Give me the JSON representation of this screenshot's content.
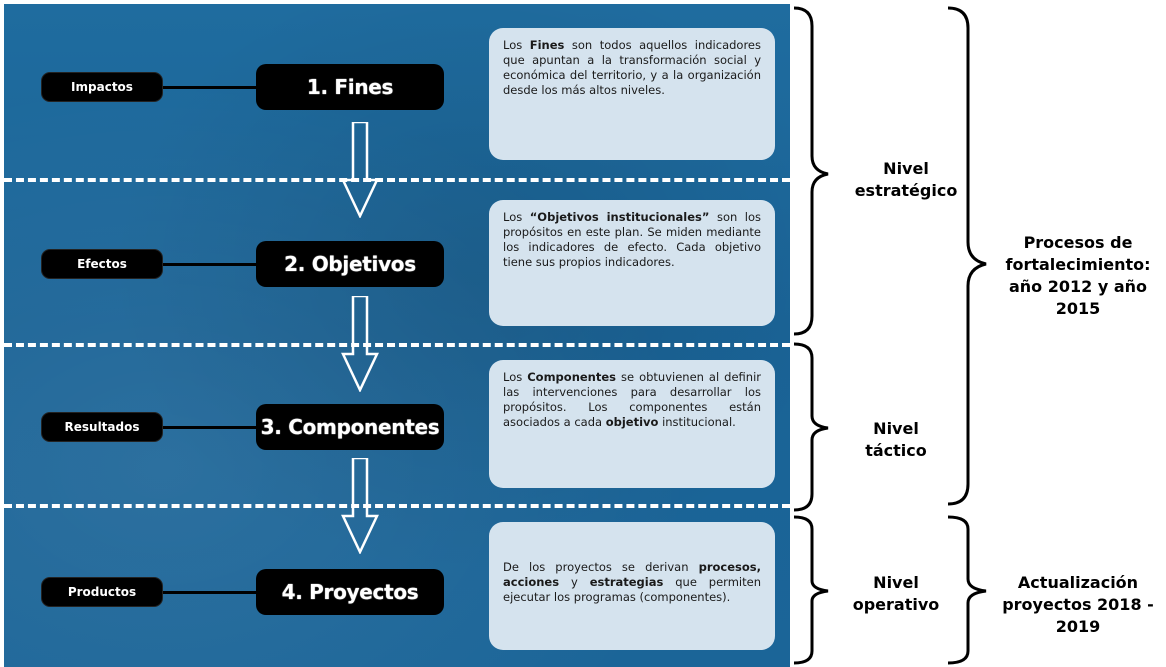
{
  "rows": [
    {
      "pill": "Impactos",
      "level": "1. Fines",
      "card": [
        "Los ",
        "Fines",
        " son todos aquellos indicadores que apuntan a la transformación social y económica del territorio, y a la organización desde los más altos niveles."
      ]
    },
    {
      "pill": "Efectos",
      "level": "2. Objetivos",
      "card": [
        "Los ",
        "“Objetivos institucionales”",
        " son los propósitos en este plan. Se miden mediante los indicadores de efecto. Cada objetivo tiene sus propios indicadores."
      ]
    },
    {
      "pill": "Resultados",
      "level": "3. Componentes",
      "card": [
        "Los ",
        "Componentes",
        " se obtuvienen al definir las intervenciones para desarrollar los propósitos. Los componentes están asociados a cada ",
        "objetivo",
        " institucional."
      ]
    },
    {
      "pill": "Productos",
      "level": "4. Proyectos",
      "card": [
        "De los proyectos se derivan ",
        "procesos,",
        " ",
        "acciones",
        " y ",
        "estrategias",
        " que permiten ejecutar los programas (componentes)."
      ]
    }
  ],
  "levels": {
    "estrategico": [
      "Nivel",
      "estratégico"
    ],
    "tactico": [
      "Nivel",
      "táctico"
    ],
    "operativo": [
      "Nivel",
      "operativo"
    ]
  },
  "processes": {
    "fortalecimiento": [
      "Procesos de",
      "fortalecimiento:",
      "año 2012 y año",
      "2015"
    ],
    "actualizacion": [
      "Actualización",
      "proyectos 2018 -",
      "2019"
    ]
  },
  "colors": {
    "panel": "#1b6598",
    "card": "#d5e3ee",
    "box": "#000000",
    "divider": "#ffffff"
  }
}
